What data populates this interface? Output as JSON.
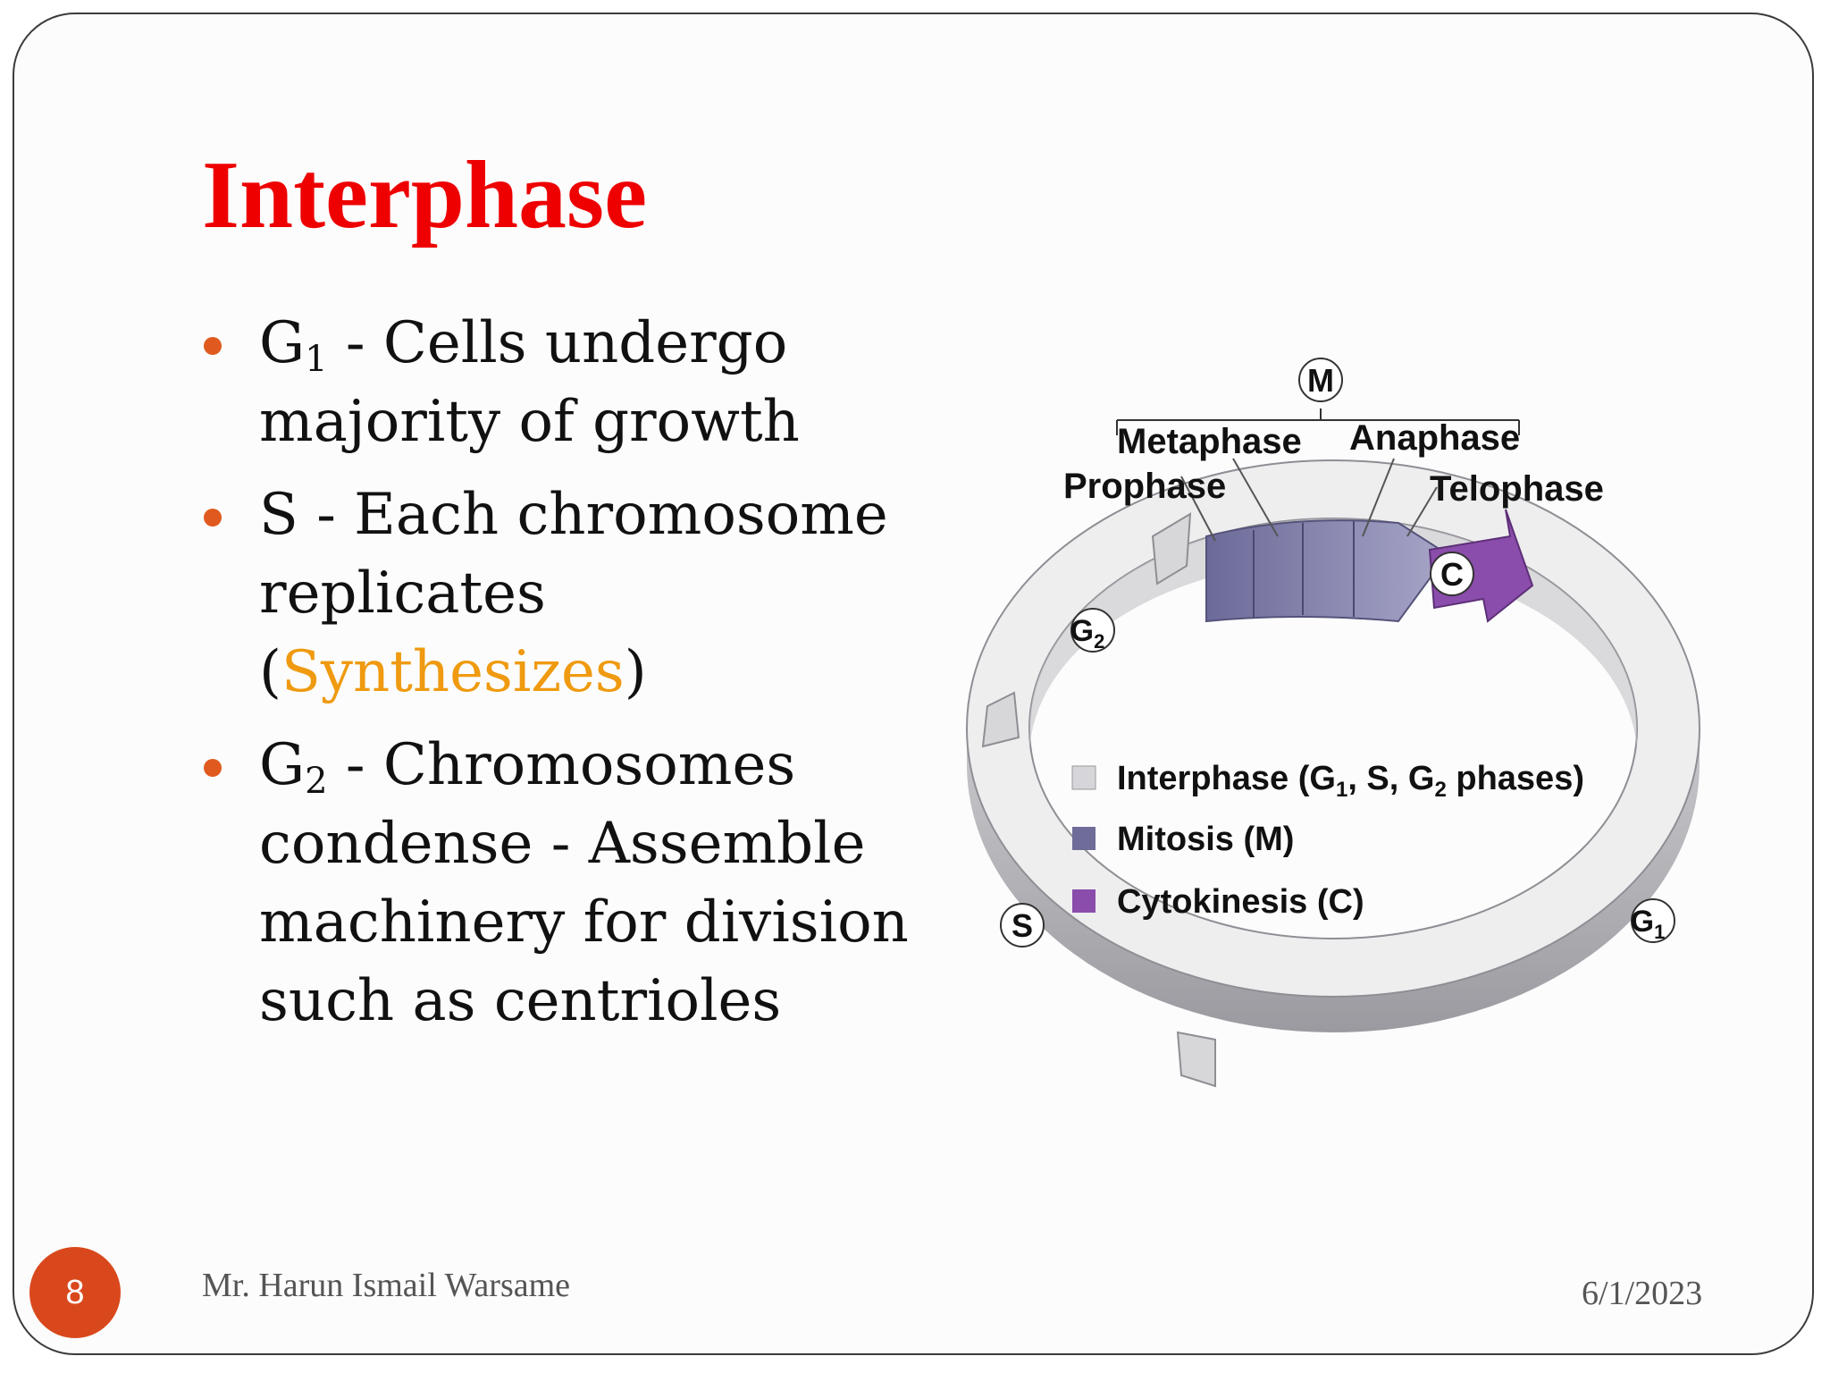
{
  "slide": {
    "title": "Interphase",
    "bullets": [
      {
        "prefix": "G",
        "sub": "1",
        "text": " - Cells undergo majority of growth"
      },
      {
        "prefix": "S",
        "text": " - Each chromosome replicates (",
        "highlight": "Synthesizes",
        "suffix": ")"
      },
      {
        "prefix": "G",
        "sub": "2",
        "text": " - Chromosomes condense - Assemble machinery for division such as centrioles"
      }
    ],
    "colors": {
      "title": "#ee0000",
      "bullet": "#e05a1f",
      "highlight": "#ef9a10"
    }
  },
  "diagram": {
    "phase_labels": {
      "M": "M",
      "C": "C",
      "S": "S",
      "G1": "G",
      "G1_sub": "1",
      "G2": "G",
      "G2_sub": "2"
    },
    "mitosis_stages": [
      "Prophase",
      "Metaphase",
      "Anaphase",
      "Telophase"
    ],
    "legend": [
      {
        "label": "Interphase (G",
        "sub1": "1",
        "mid": ", S, G",
        "sub2": "2",
        "end": " phases)",
        "color": "#d6d6da"
      },
      {
        "label": "Mitosis (M)",
        "color": "#6f6c99"
      },
      {
        "label": "Cytokinesis (C)",
        "color": "#8a4dab"
      }
    ]
  },
  "footer": {
    "page_number": "8",
    "author": "Mr. Harun Ismail Warsame",
    "date": "6/1/2023"
  }
}
